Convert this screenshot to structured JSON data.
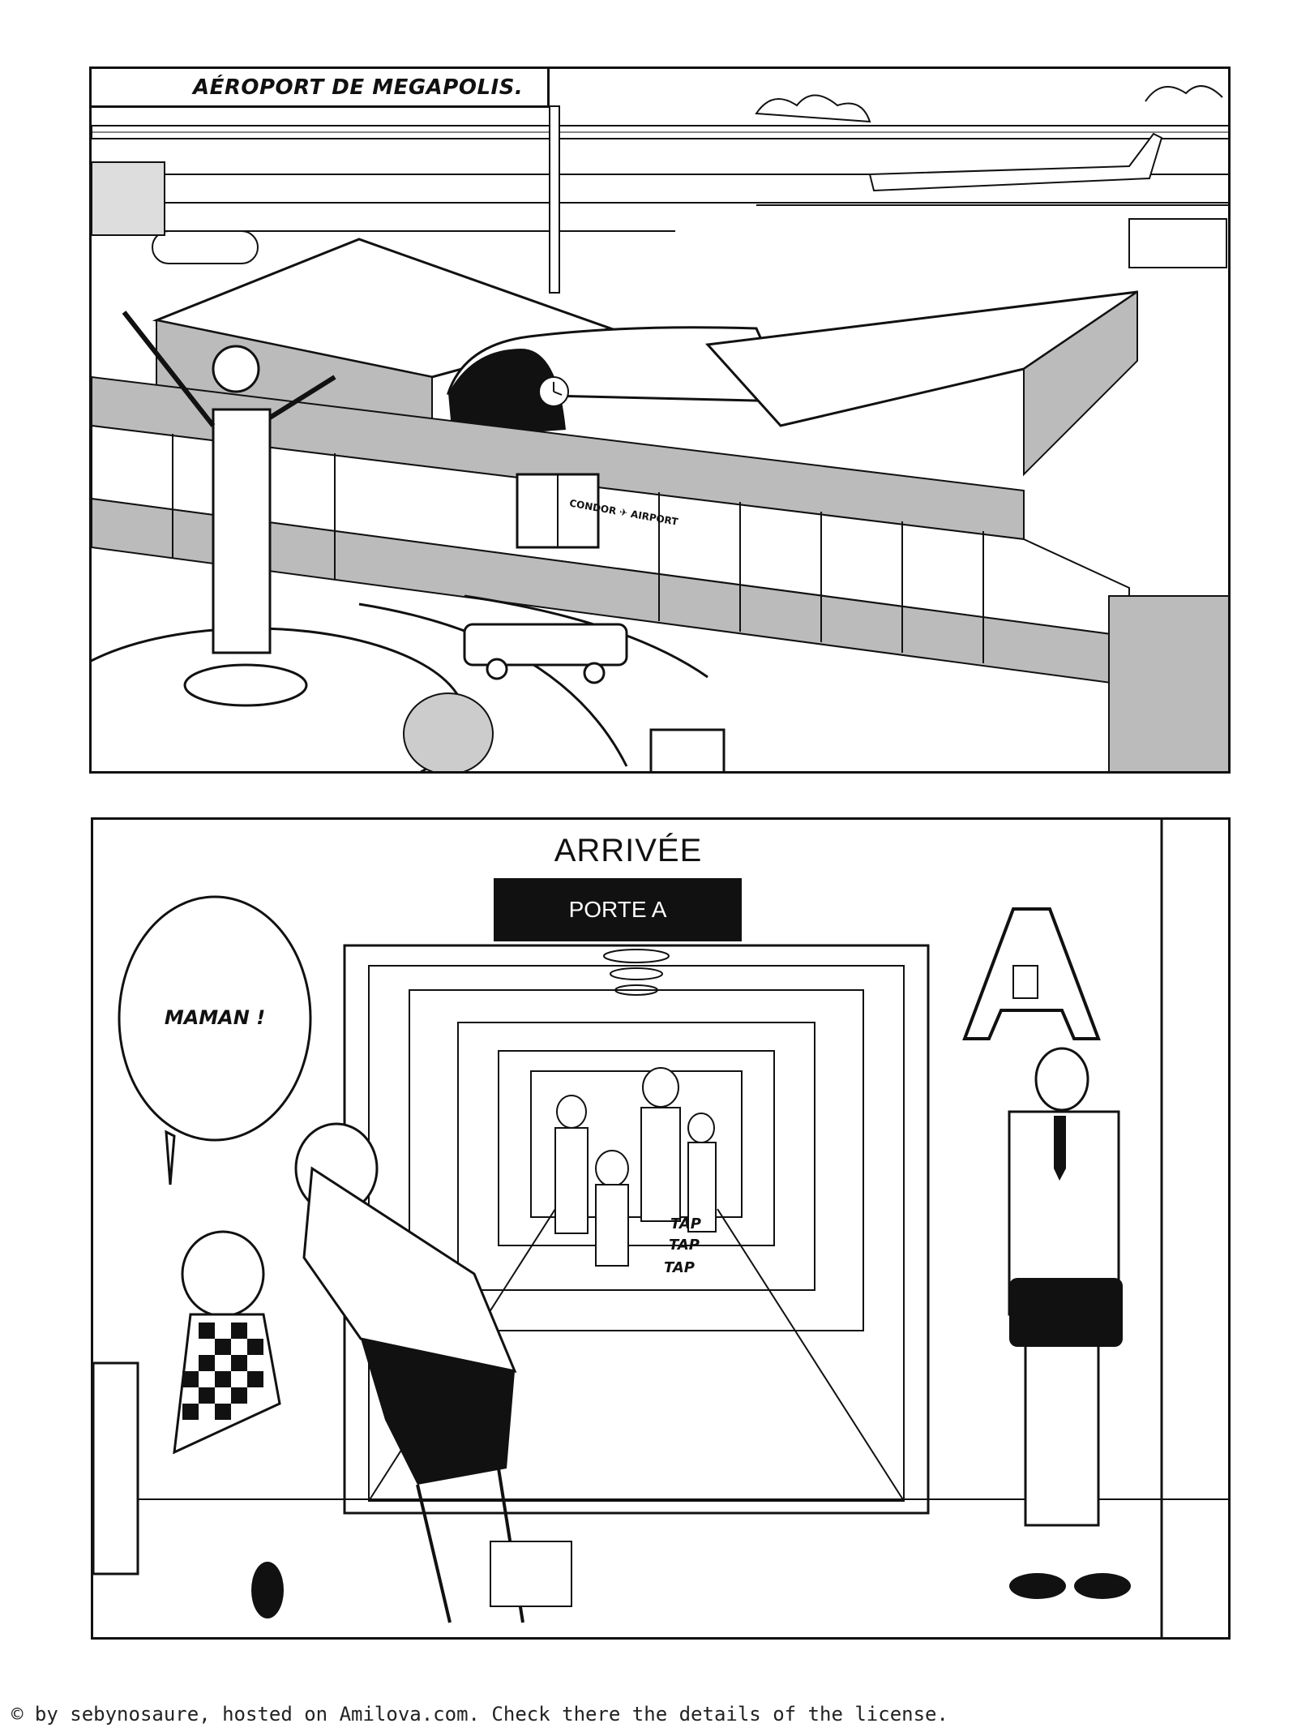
{
  "panel1": {
    "caption": "AÉROPORT DE MEGAPOLIS.",
    "terminal_sign": "CONDOR ✈ AIRPORT"
  },
  "panel2": {
    "sign_title": "ARRIVÉE",
    "gate_sign": "PORTE A",
    "gate_letter": "A",
    "speech": "MAMAN !",
    "sfx": [
      "TAP",
      "TAP",
      "TAP"
    ]
  },
  "footer": "© by sebynosaure, hosted on Amilova.com. Check there the details of the license."
}
